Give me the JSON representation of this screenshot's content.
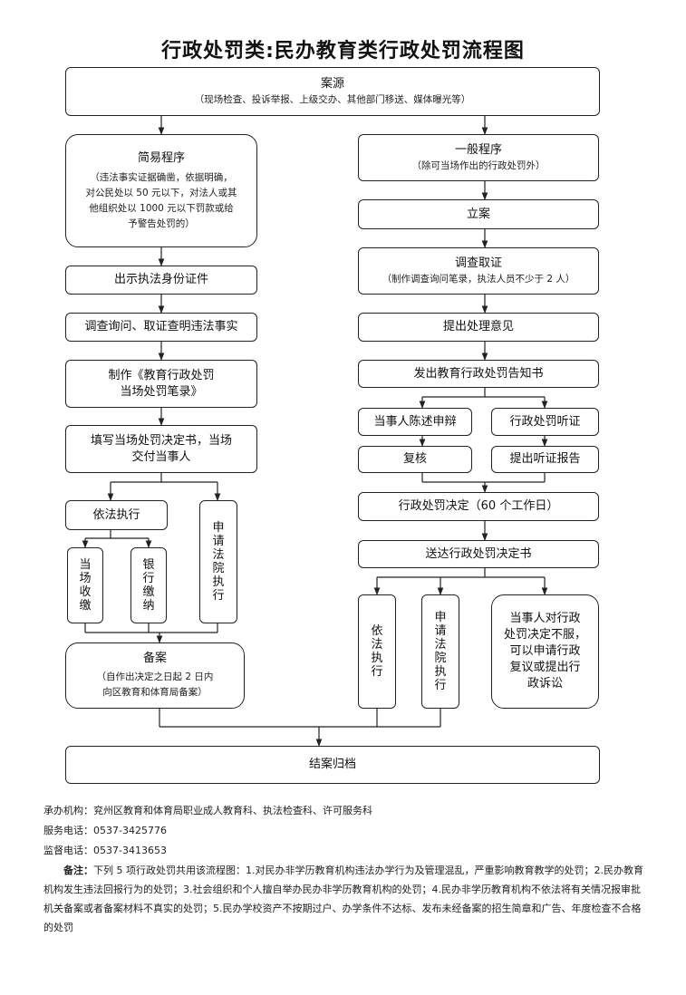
{
  "title": "行政处罚类:民办教育类行政处罚流程图",
  "case_source": {
    "label": "案源",
    "detail": "（现场检查、投诉举报、上级交办、其他部门移送、媒体曝光等）"
  },
  "simple": {
    "title": "简易程序",
    "detail_lines": [
      "（违法事实证据确凿，依据明确，",
      "对公民处以 50 元以下，对法人或其",
      "他组织处以 1000 元以下罚款或给",
      "予警告处罚的）"
    ],
    "show_id": "出示执法身份证件",
    "investigate": "调查询问、取证查明违法事实",
    "record_lines": [
      "制作《教育行政处罚",
      "当场处罚笔录》"
    ],
    "decision_lines": [
      "填写当场处罚决定书，当场",
      "交付当事人"
    ],
    "execute": "依法执行",
    "pay_onsite": "当场收缴",
    "bank_pay": "银行缴纳",
    "court_exec": "申请法院执行",
    "filing_title": "备案",
    "filing_lines": [
      "（自作出决定之日起 2 日内",
      "向区教育和体育局备案）"
    ]
  },
  "general": {
    "title": "一般程序",
    "detail": "（除可当场作出的行政处罚外）",
    "register": "立案",
    "evidence_title": "调查取证",
    "evidence_detail": "（制作调查询问笔录，执法人员不少于 2 人）",
    "propose": "提出处理意见",
    "notice": "发出教育行政处罚告知书",
    "defense": "当事人陈述申辩",
    "hearing": "行政处罚听证",
    "review": "复核",
    "hearing_report": "提出听证报告",
    "decision": "行政处罚决定（60 个工作日）",
    "deliver": "送达行政处罚决定书",
    "execute": "依法执行",
    "court_exec": "申请法院执行",
    "appeal_lines": [
      "当事人对行政",
      "处罚决定不服，",
      "可以申请行政",
      "复议或提出行",
      "政诉讼"
    ]
  },
  "close": "结案归档",
  "footer": {
    "agency": "承办机构：兖州区教育和体育局职业成人教育科、执法检查科、许可服务科",
    "service_phone": "服务电话：0537-3425776",
    "supervise_phone": "监督电话：0537-3413653",
    "note_label": "备注：",
    "note_text": "下列 5 项行政处罚共用该流程图：1.对民办非学历教育机构违法办学行为及管理混乱，严重影响教育教学的处罚；2.民办教育机构发生违法回报行为的处罚；3.社会组织和个人擅自举办民办非学历教育机构的处罚；4.民办非学历教育机构不依法将有关情况报审批机关备案或者备案材料不真实的处罚；5.民办学校资产不按期过户、办学条件不达标、发布未经备案的招生简章和广告、年度检查不合格的处罚"
  }
}
